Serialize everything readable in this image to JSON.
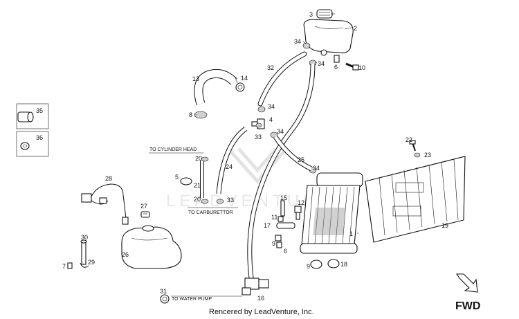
{
  "watermark": "LEADVENTURE",
  "credit": "Rencered by LeadVenture, Inc.",
  "direction_label": "FWD",
  "notes": {
    "cylinder_head": "TO CYLINDER HEAD",
    "carburettor": "TO CARBURETTOR",
    "water_pump": "TO WATER PUMP"
  },
  "legend": [
    "35",
    "36"
  ],
  "callouts": [
    "1",
    "2",
    "3",
    "4",
    "5",
    "6",
    "6",
    "7",
    "8",
    "9",
    "9",
    "10",
    "11",
    "12",
    "13",
    "14",
    "15",
    "16",
    "17",
    "18",
    "19",
    "20",
    "20",
    "21",
    "22",
    "23",
    "24",
    "25",
    "26",
    "27",
    "28",
    "29",
    "30",
    "31",
    "32",
    "33",
    "33",
    "34",
    "34",
    "34",
    "34",
    "34",
    "35",
    "36"
  ]
}
